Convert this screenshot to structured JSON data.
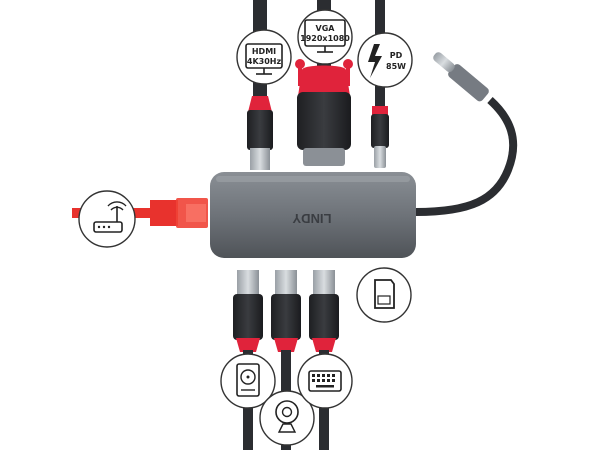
{
  "product": {
    "brand": "LINDY"
  },
  "ports": {
    "hdmi": {
      "line1": "HDMI",
      "line2": "4K30Hz"
    },
    "vga": {
      "line1": "VGA",
      "line2": "1920x1080"
    },
    "pd": {
      "line1": "PD",
      "line2": "85W"
    }
  },
  "icons": [
    "hdmi-monitor-icon",
    "vga-monitor-icon",
    "power-delivery-icon",
    "router-icon",
    "sd-card-icon",
    "hard-drive-icon",
    "webcam-icon",
    "keyboard-icon"
  ],
  "colors": {
    "hub_body": "#6d7278",
    "cable": "#2b2d31",
    "accent_red": "#e0233b",
    "ethernet_red": "#e8322d"
  }
}
